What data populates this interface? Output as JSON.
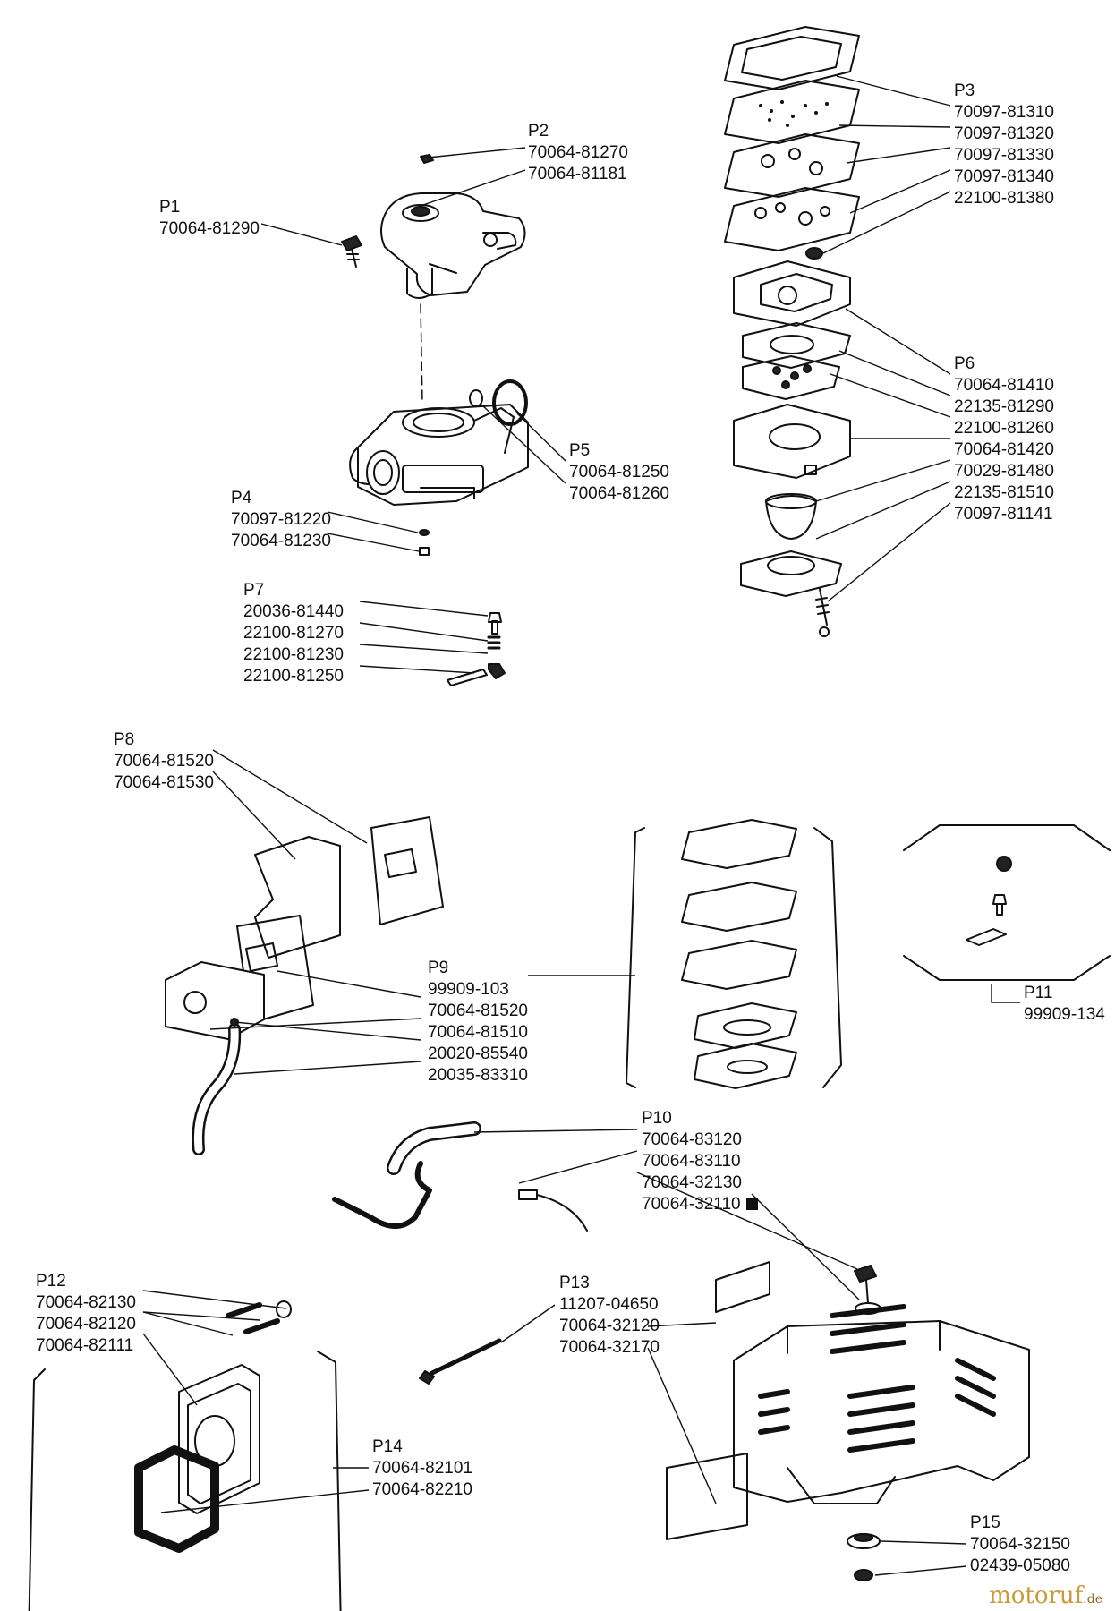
{
  "groups": [
    {
      "id": "P1",
      "parts": [
        "70064-81290"
      ]
    },
    {
      "id": "P2",
      "parts": [
        "70064-81270",
        "70064-81181"
      ]
    },
    {
      "id": "P3",
      "parts": [
        "70097-81310",
        "70097-81320",
        "70097-81330",
        "70097-81340",
        "22100-81380"
      ]
    },
    {
      "id": "P4",
      "parts": [
        "70097-81220",
        "70064-81230"
      ]
    },
    {
      "id": "P5",
      "parts": [
        "70064-81250",
        "70064-81260"
      ]
    },
    {
      "id": "P6",
      "parts": [
        "70064-81410",
        "22135-81290",
        "22100-81260",
        "70064-81420",
        "70029-81480",
        "22135-81510",
        "70097-81141"
      ]
    },
    {
      "id": "P7",
      "parts": [
        "20036-81440",
        "22100-81270",
        "22100-81230",
        "22100-81250"
      ]
    },
    {
      "id": "P8",
      "parts": [
        "70064-81520",
        "70064-81530"
      ]
    },
    {
      "id": "P9",
      "parts": [
        "99909-103",
        "70064-81520",
        "70064-81510",
        "20020-85540",
        "20035-83310"
      ]
    },
    {
      "id": "P10",
      "parts": [
        "70064-83120",
        "70064-83110",
        "70064-32130",
        "70064-32110"
      ]
    },
    {
      "id": "P11",
      "parts": [
        "99909-134"
      ]
    },
    {
      "id": "P12",
      "parts": [
        "70064-82130",
        "70064-82120",
        "70064-82111"
      ]
    },
    {
      "id": "P13",
      "parts": [
        "11207-04650",
        "70064-32120",
        "70064-32170"
      ]
    },
    {
      "id": "P14",
      "parts": [
        "70064-82101",
        "70064-82210"
      ]
    },
    {
      "id": "P15",
      "parts": [
        "70064-32150",
        "02439-05080"
      ]
    }
  ],
  "watermark": {
    "brand": "motoruf",
    "tld": ".de"
  }
}
